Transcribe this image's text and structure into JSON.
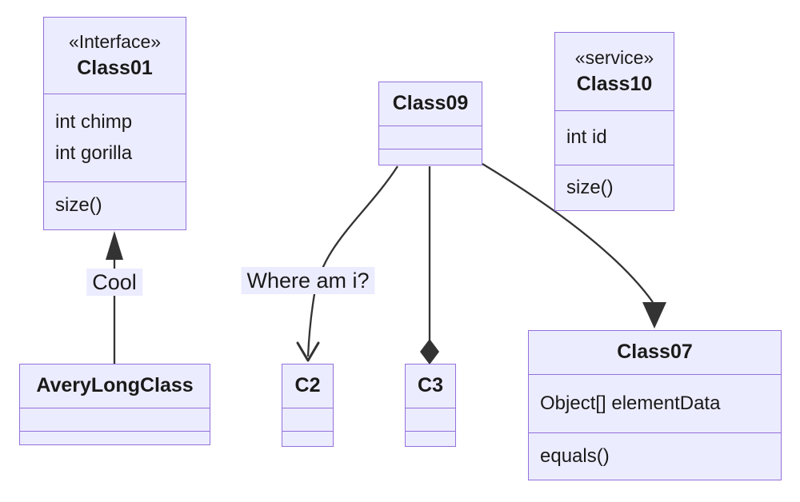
{
  "diagram": {
    "type": "uml-class-diagram",
    "classes": {
      "class01": {
        "stereotype": "«Interface»",
        "name": "Class01",
        "attributes": [
          "int chimp",
          "int gorilla"
        ],
        "methods": [
          "size()"
        ]
      },
      "class09": {
        "name": "Class09",
        "attributes": [],
        "methods": []
      },
      "class10": {
        "stereotype": "«service»",
        "name": "Class10",
        "attributes": [
          "int id"
        ],
        "methods": [
          "size()"
        ]
      },
      "averyLongClass": {
        "name": "AveryLongClass",
        "attributes": [],
        "methods": []
      },
      "c2": {
        "name": "C2",
        "attributes": [],
        "methods": []
      },
      "c3": {
        "name": "C3",
        "attributes": [],
        "methods": []
      },
      "class07": {
        "name": "Class07",
        "attributes": [
          "Object[] elementData"
        ],
        "methods": [
          "equals()"
        ]
      }
    },
    "edge_labels": {
      "cool": "Cool",
      "where_am_i": "Where am i?"
    },
    "relationships": [
      {
        "from": "AveryLongClass",
        "to": "Class01",
        "type": "filled-triangle-arrow",
        "label": "Cool"
      },
      {
        "from": "Class09",
        "to": "C2",
        "type": "open-arrow",
        "label": "Where am i?"
      },
      {
        "from": "Class09",
        "to": "C3",
        "type": "filled-diamond-composition",
        "label": ""
      },
      {
        "from": "Class09",
        "to": "Class07",
        "type": "filled-triangle-arrow",
        "label": ""
      }
    ],
    "colors": {
      "node_fill": "#ECECFF",
      "node_border": "#9370DB",
      "edge": "#333333",
      "text": "#1a1a1a",
      "label_bg": "#ECECFF",
      "background": "#ffffff"
    }
  }
}
